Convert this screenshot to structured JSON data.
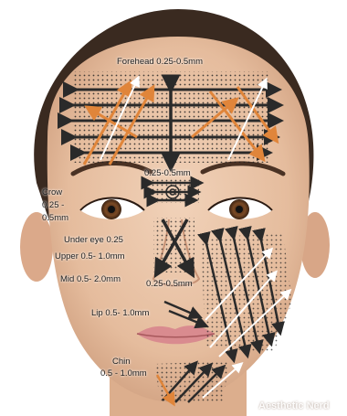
{
  "labels": {
    "forehead": "Forehead 0.25-0.5mm",
    "glabella": "0.25-0.5mm",
    "crow_1": "Crow",
    "crow_2": "0.25 -",
    "crow_3": "0.5mm",
    "under_eye": "Under eye 0.25",
    "upper": "Upper 0.5- 1.0mm",
    "mid": "Mid 0.5- 2.0mm",
    "nose": "0.25-0.5mm",
    "lip": "Lip 0.5- 1.0mm",
    "chin_1": "Chin",
    "chin_2": "0.5 - 1.0mm"
  },
  "watermark": "Aesthetic Nerd",
  "colors": {
    "arrow_dark": "#2a2a2a",
    "arrow_orange": "#e0853a",
    "arrow_white": "#ffffff",
    "skin": "#e9c4a8",
    "hair": "#3a2a20"
  }
}
